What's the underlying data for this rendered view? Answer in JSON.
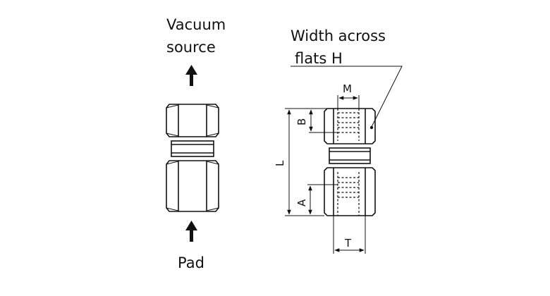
{
  "labels": {
    "vacuum_line1": "Vacuum",
    "vacuum_line2": "source",
    "pad": "Pad",
    "width_line1": "Width across",
    "width_line2": "flats H"
  },
  "dimensions": {
    "M": "M",
    "B": "B",
    "L": "L",
    "A": "A",
    "T": "T"
  },
  "colors": {
    "line": "#111111",
    "background": "#ffffff"
  }
}
